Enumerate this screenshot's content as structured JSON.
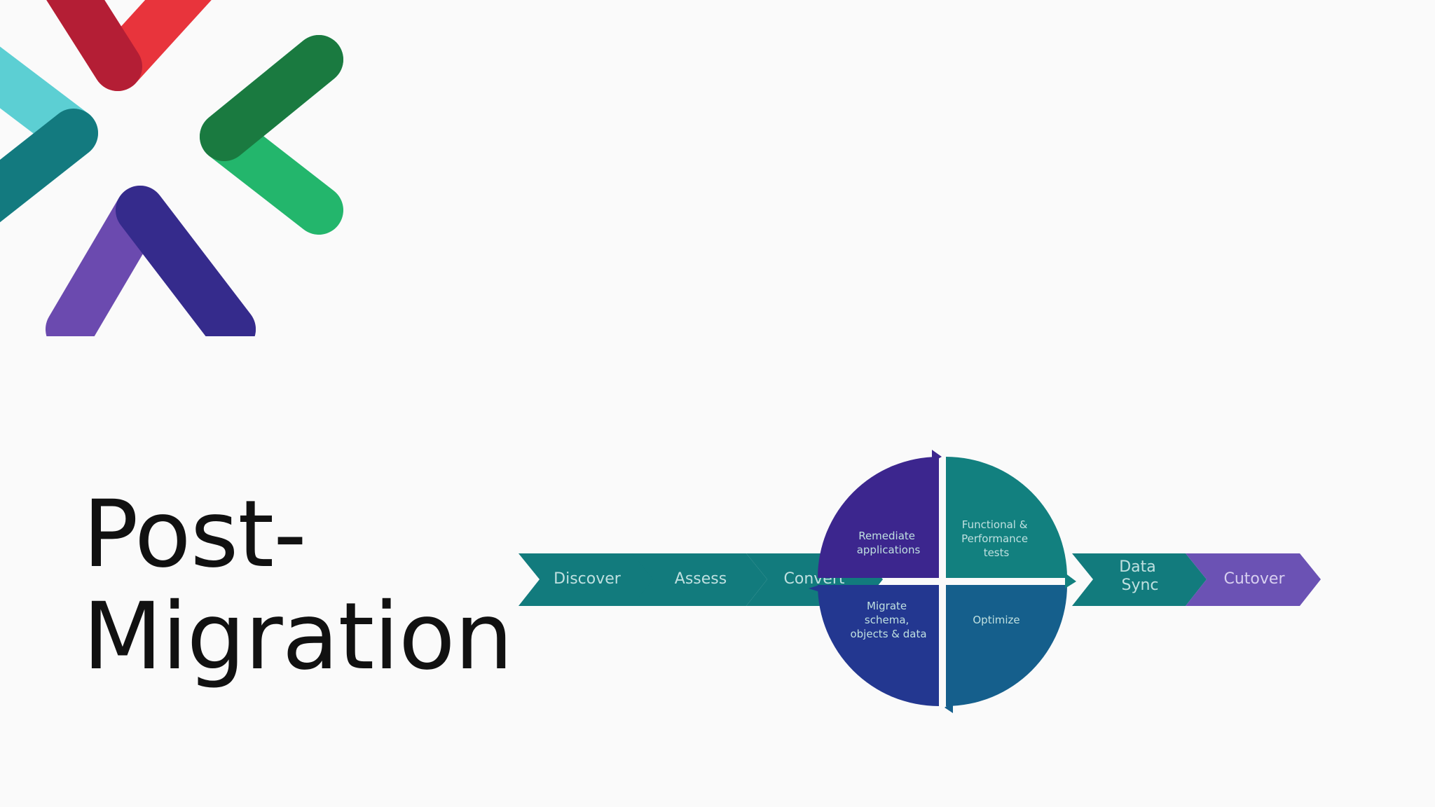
{
  "slide": {
    "title_line1": "Post-",
    "title_line2": "Migration"
  },
  "logo": {
    "icon": "converging-chevrons-logo",
    "colors": {
      "red": "#e8343c",
      "red_dark": "#b41e35",
      "teal": "#5ccfd3",
      "teal_dark": "#137a7f",
      "green": "#23b66c",
      "green_dark": "#1a7a40",
      "purple": "#6b4aaf",
      "purple_dark": "#352b8c"
    }
  },
  "diagram": {
    "steps_before": [
      {
        "label": "Discover"
      },
      {
        "label": "Assess"
      },
      {
        "label": "Convert"
      }
    ],
    "cycle": [
      {
        "label_lines": [
          "Remediate",
          "applications"
        ]
      },
      {
        "label_lines": [
          "Functional &",
          "Performance",
          "tests"
        ]
      },
      {
        "label_lines": [
          "Migrate",
          "schema,",
          "objects & data"
        ]
      },
      {
        "label_lines": [
          "Optimize"
        ]
      }
    ],
    "steps_after": [
      {
        "label_lines": [
          "Data",
          "Sync"
        ]
      },
      {
        "label_lines": [
          "Cutover"
        ]
      }
    ],
    "colors": {
      "teal_chevron": "#127b7d",
      "purple_chevron": "#6b52b4",
      "q_top_left": "#3c268e",
      "q_top_right": "#12807f",
      "q_bottom_left": "#233790",
      "q_bottom_right": "#155f8c",
      "text": "#bfe0e0"
    }
  }
}
